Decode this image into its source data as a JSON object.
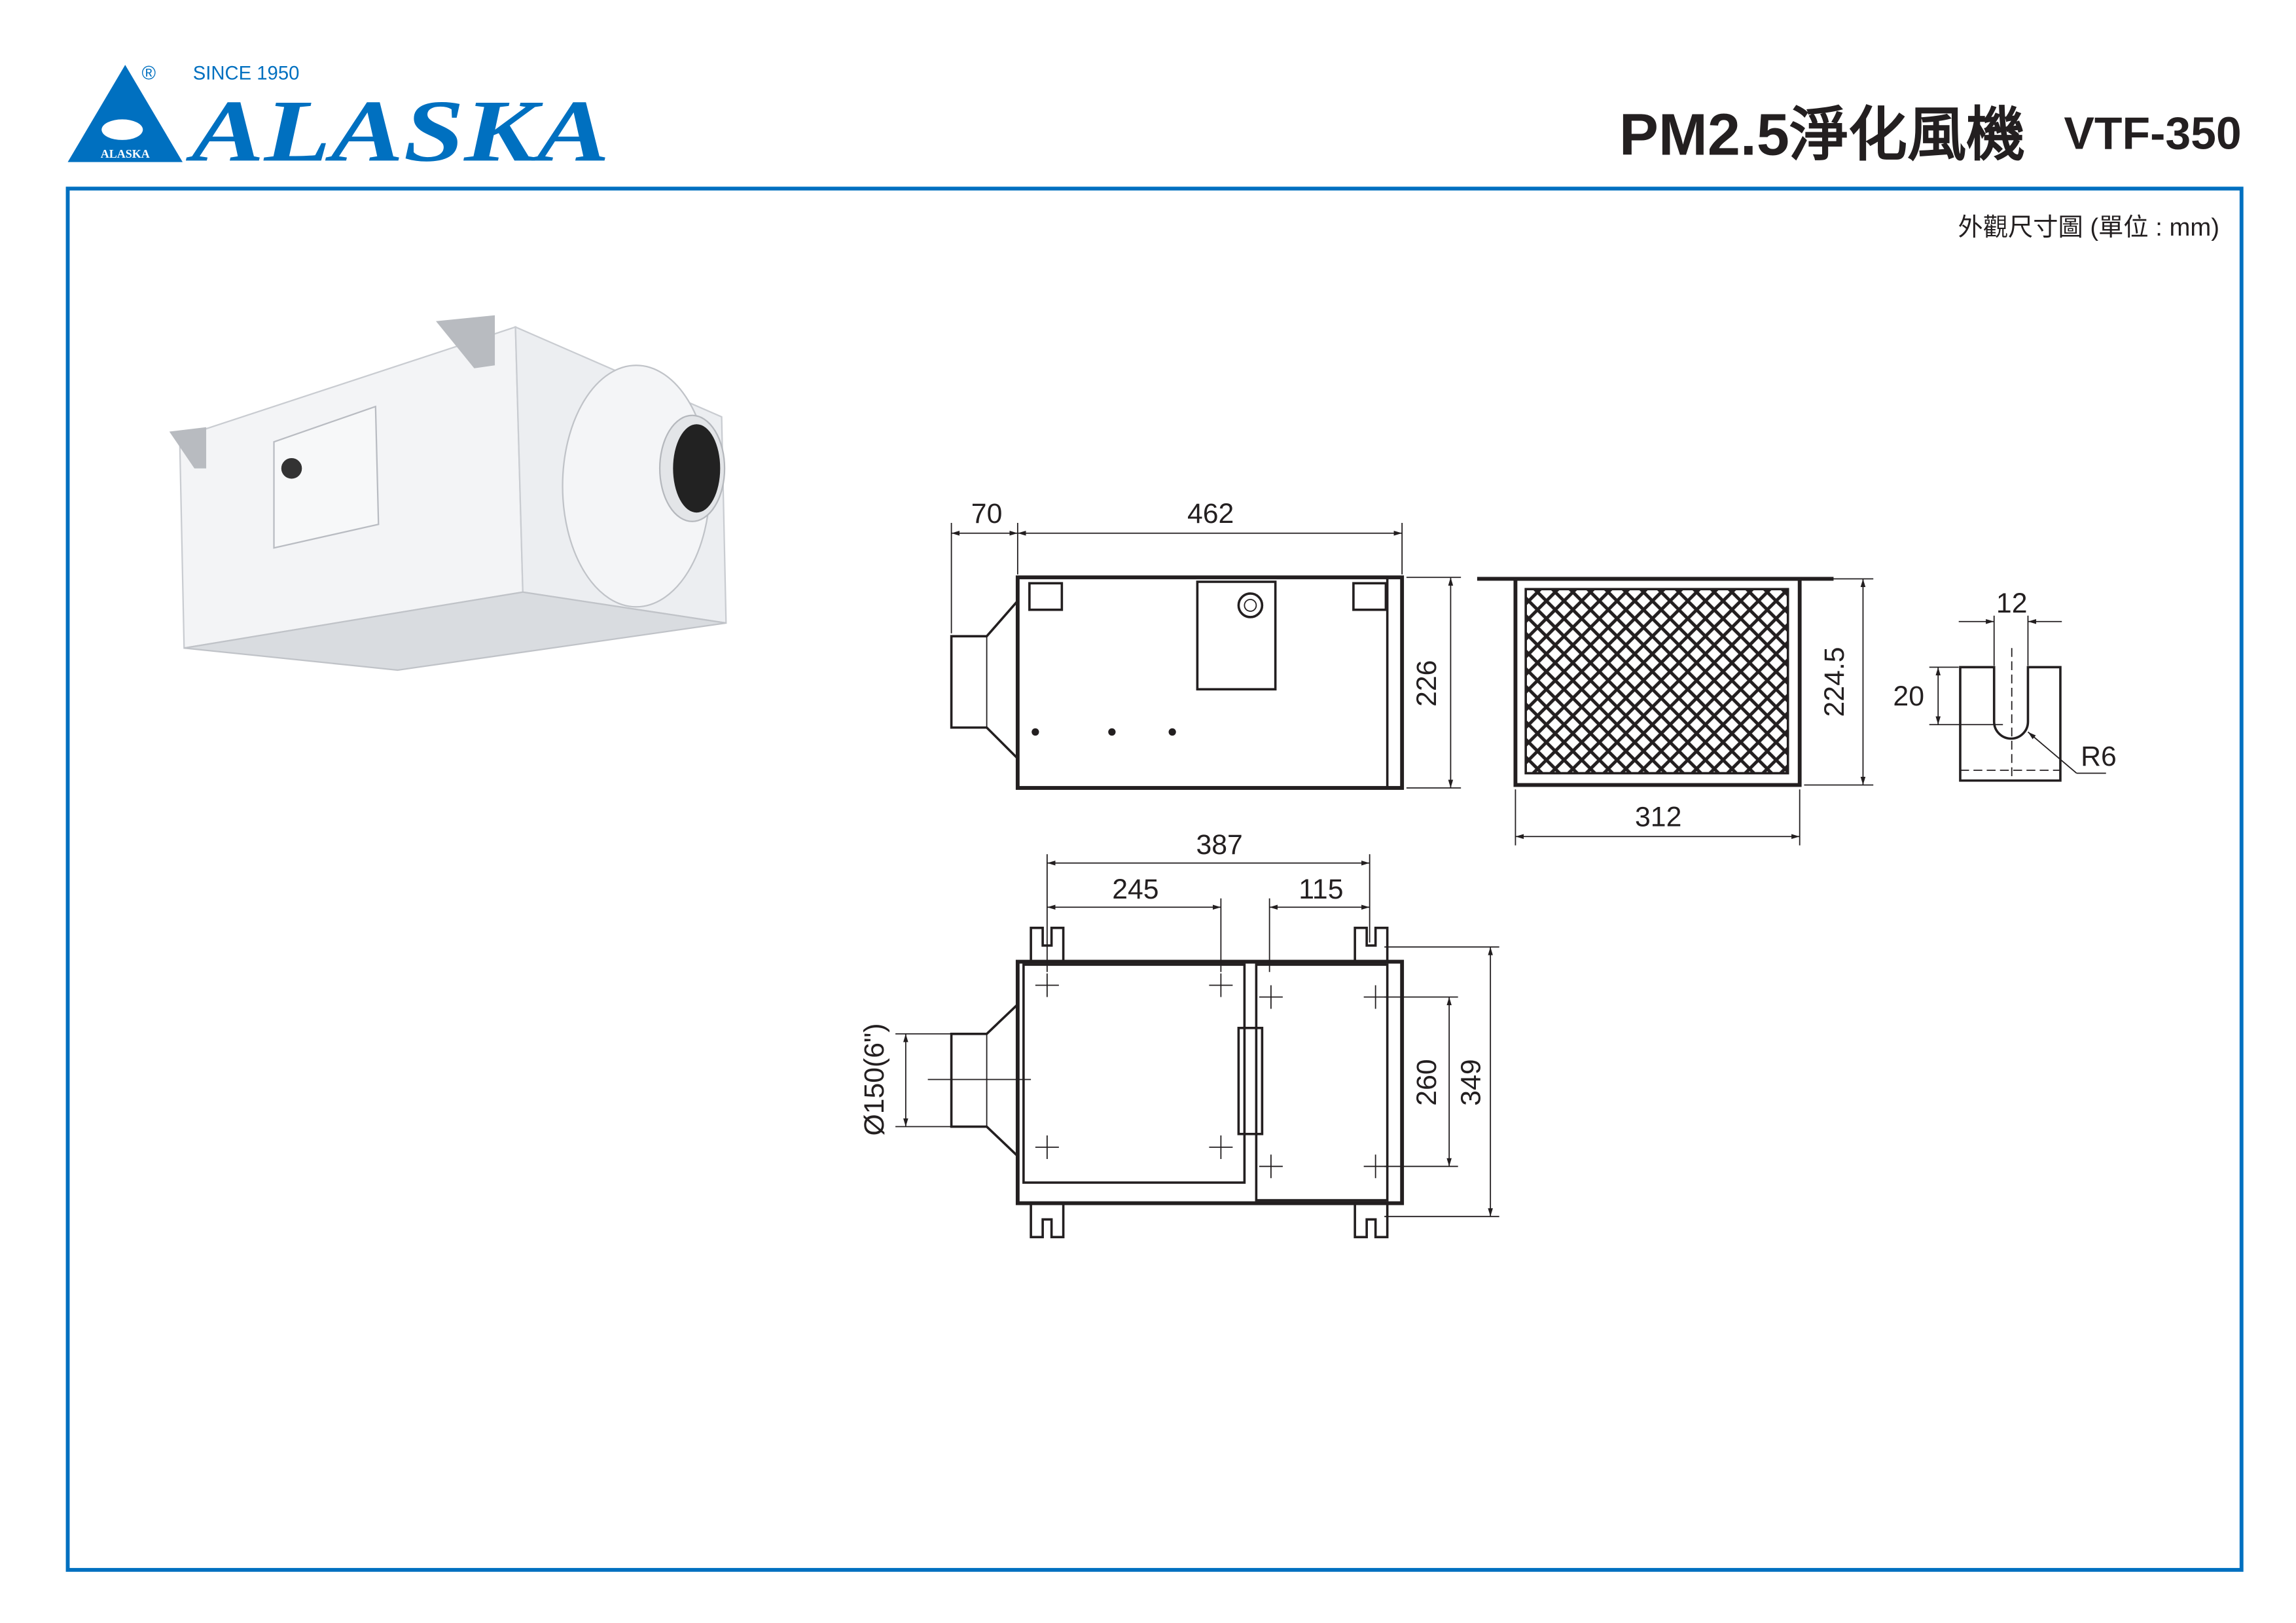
{
  "brand": {
    "name": "ALASKA",
    "since": "SINCE 1950",
    "registered": "®",
    "badge_text": "ALASKA",
    "color": "#0070c0"
  },
  "header": {
    "title": "PM2.5淨化風機",
    "model": "VTF-350"
  },
  "drawing": {
    "caption": "外觀尺寸圖 (單位 : mm)",
    "front_view": {
      "duct_length": "70",
      "body_length": "462",
      "height": "226"
    },
    "side_view": {
      "height": "224.5",
      "width": "312"
    },
    "slot_detail": {
      "width": "12",
      "depth": "20",
      "radius": "R6"
    },
    "bottom_view": {
      "overall": "387",
      "left_span": "245",
      "right_span": "115",
      "inner_width": "260",
      "outer_width": "349",
      "duct_diameter": "Ø150(6\")"
    }
  }
}
